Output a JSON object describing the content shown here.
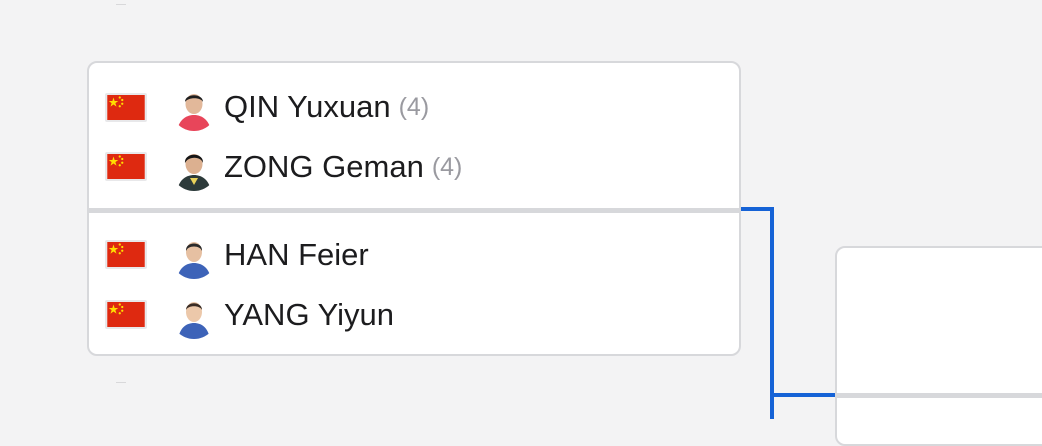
{
  "bracket": {
    "match": {
      "top_team": {
        "players": [
          {
            "name": "QIN Yuxuan",
            "seed": "(4)",
            "country_flag_icon": "china-flag-icon",
            "avatar_shirt_color": "#e8455a"
          },
          {
            "name": "ZONG Geman",
            "seed": "(4)",
            "country_flag_icon": "china-flag-icon",
            "avatar_shirt_color": "#2c3a3a"
          }
        ]
      },
      "bottom_team": {
        "players": [
          {
            "name": "HAN Feier",
            "seed": "",
            "country_flag_icon": "china-flag-icon",
            "avatar_shirt_color": "#3d63b8"
          },
          {
            "name": "YANG Yiyun",
            "seed": "",
            "country_flag_icon": "china-flag-icon",
            "avatar_shirt_color": "#3d63b8"
          }
        ]
      }
    },
    "next_match": {
      "players": []
    }
  },
  "colors": {
    "background": "#f3f3f4",
    "card_border": "#d7d8db",
    "connector": "#1562d6",
    "flag_red": "#de2910",
    "flag_star": "#ffde00",
    "seed_text": "#9a9aa0"
  }
}
